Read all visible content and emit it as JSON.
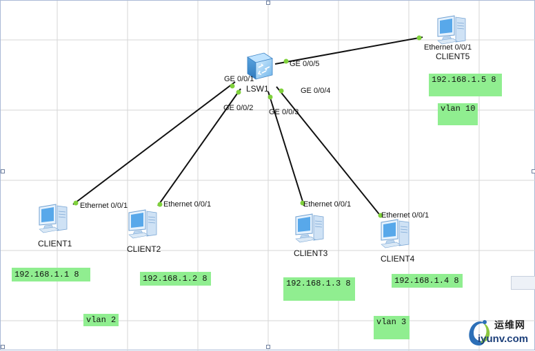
{
  "switch": {
    "name": "LSW1"
  },
  "clients": [
    {
      "name": "CLIENT1",
      "port": "Ethernet 0/0/1",
      "ip": "192.168.1.1 8",
      "vlan": "vlan 2"
    },
    {
      "name": "CLIENT2",
      "port": "Ethernet 0/0/1",
      "ip": "192.168.1.2 8"
    },
    {
      "name": "CLIENT3",
      "port": "Ethernet 0/0/1",
      "ip": "192.168.1.3 8"
    },
    {
      "name": "CLIENT4",
      "port": "Ethernet 0/0/1",
      "ip": "192.168.1.4 8",
      "vlan": "vlan 3"
    },
    {
      "name": "CLIENT5",
      "port": "Ethernet 0/0/1",
      "ip": "192.168.1.5 8",
      "vlan": "vlan 10"
    }
  ],
  "switch_ports": [
    "GE 0/0/1",
    "GE 0/0/2",
    "GE 0/0/3",
    "GE 0/0/4",
    "GE 0/0/5"
  ],
  "colors": {
    "note_bg": "#90ee90",
    "port_dot": "#7fd13b",
    "link": "#111111"
  },
  "watermark": {
    "cn": "运维网",
    "url": "iyunv.com"
  }
}
